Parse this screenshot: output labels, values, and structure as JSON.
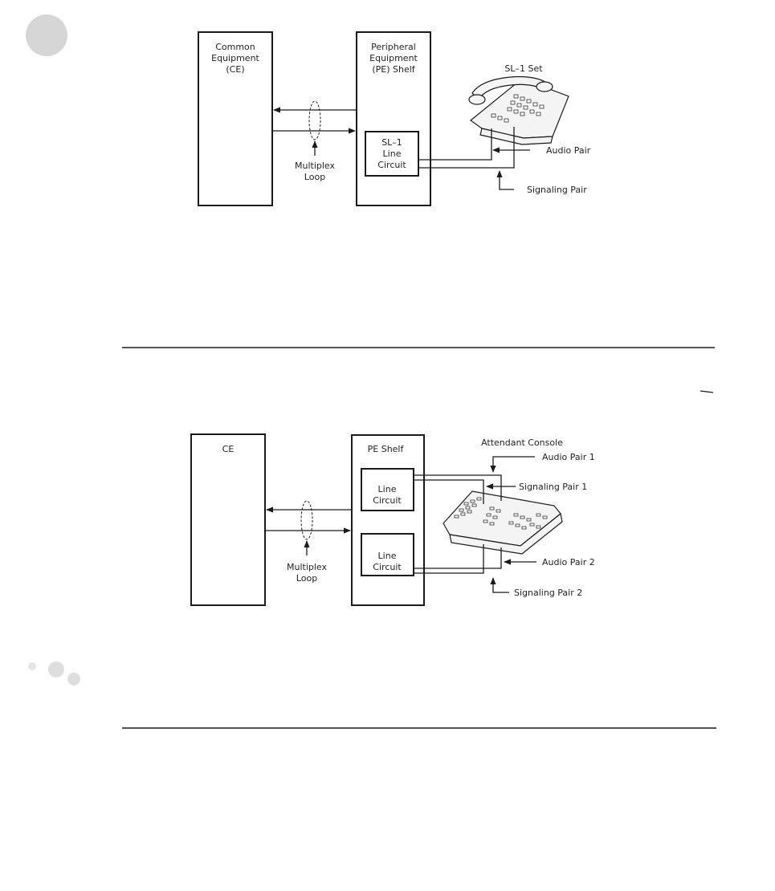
{
  "figure1": {
    "ce_box": [
      "Common",
      "Equipment",
      "(CE)"
    ],
    "pe_box": [
      "Peripheral",
      "Equipment",
      "(PE) Shelf"
    ],
    "line_circuit": [
      "SL–1",
      "Line",
      "Circuit"
    ],
    "multiplex_loop": [
      "Multiplex",
      "Loop"
    ],
    "device_label": "SL–1 Set",
    "audio_pair": "Audio Pair",
    "signaling_pair": "Signaling Pair"
  },
  "figure2": {
    "ce_box": "CE",
    "pe_box": "PE Shelf",
    "line_circuit_1": [
      "Line",
      "Circuit"
    ],
    "line_circuit_2": [
      "Line",
      "Circuit"
    ],
    "multiplex_loop": [
      "Multiplex",
      "Loop"
    ],
    "device_label": "Attendant Console",
    "audio_pair_1": "Audio Pair 1",
    "signaling_pair_1": "Signaling Pair 1",
    "audio_pair_2": "Audio Pair 2",
    "signaling_pair_2": "Signaling Pair 2"
  }
}
